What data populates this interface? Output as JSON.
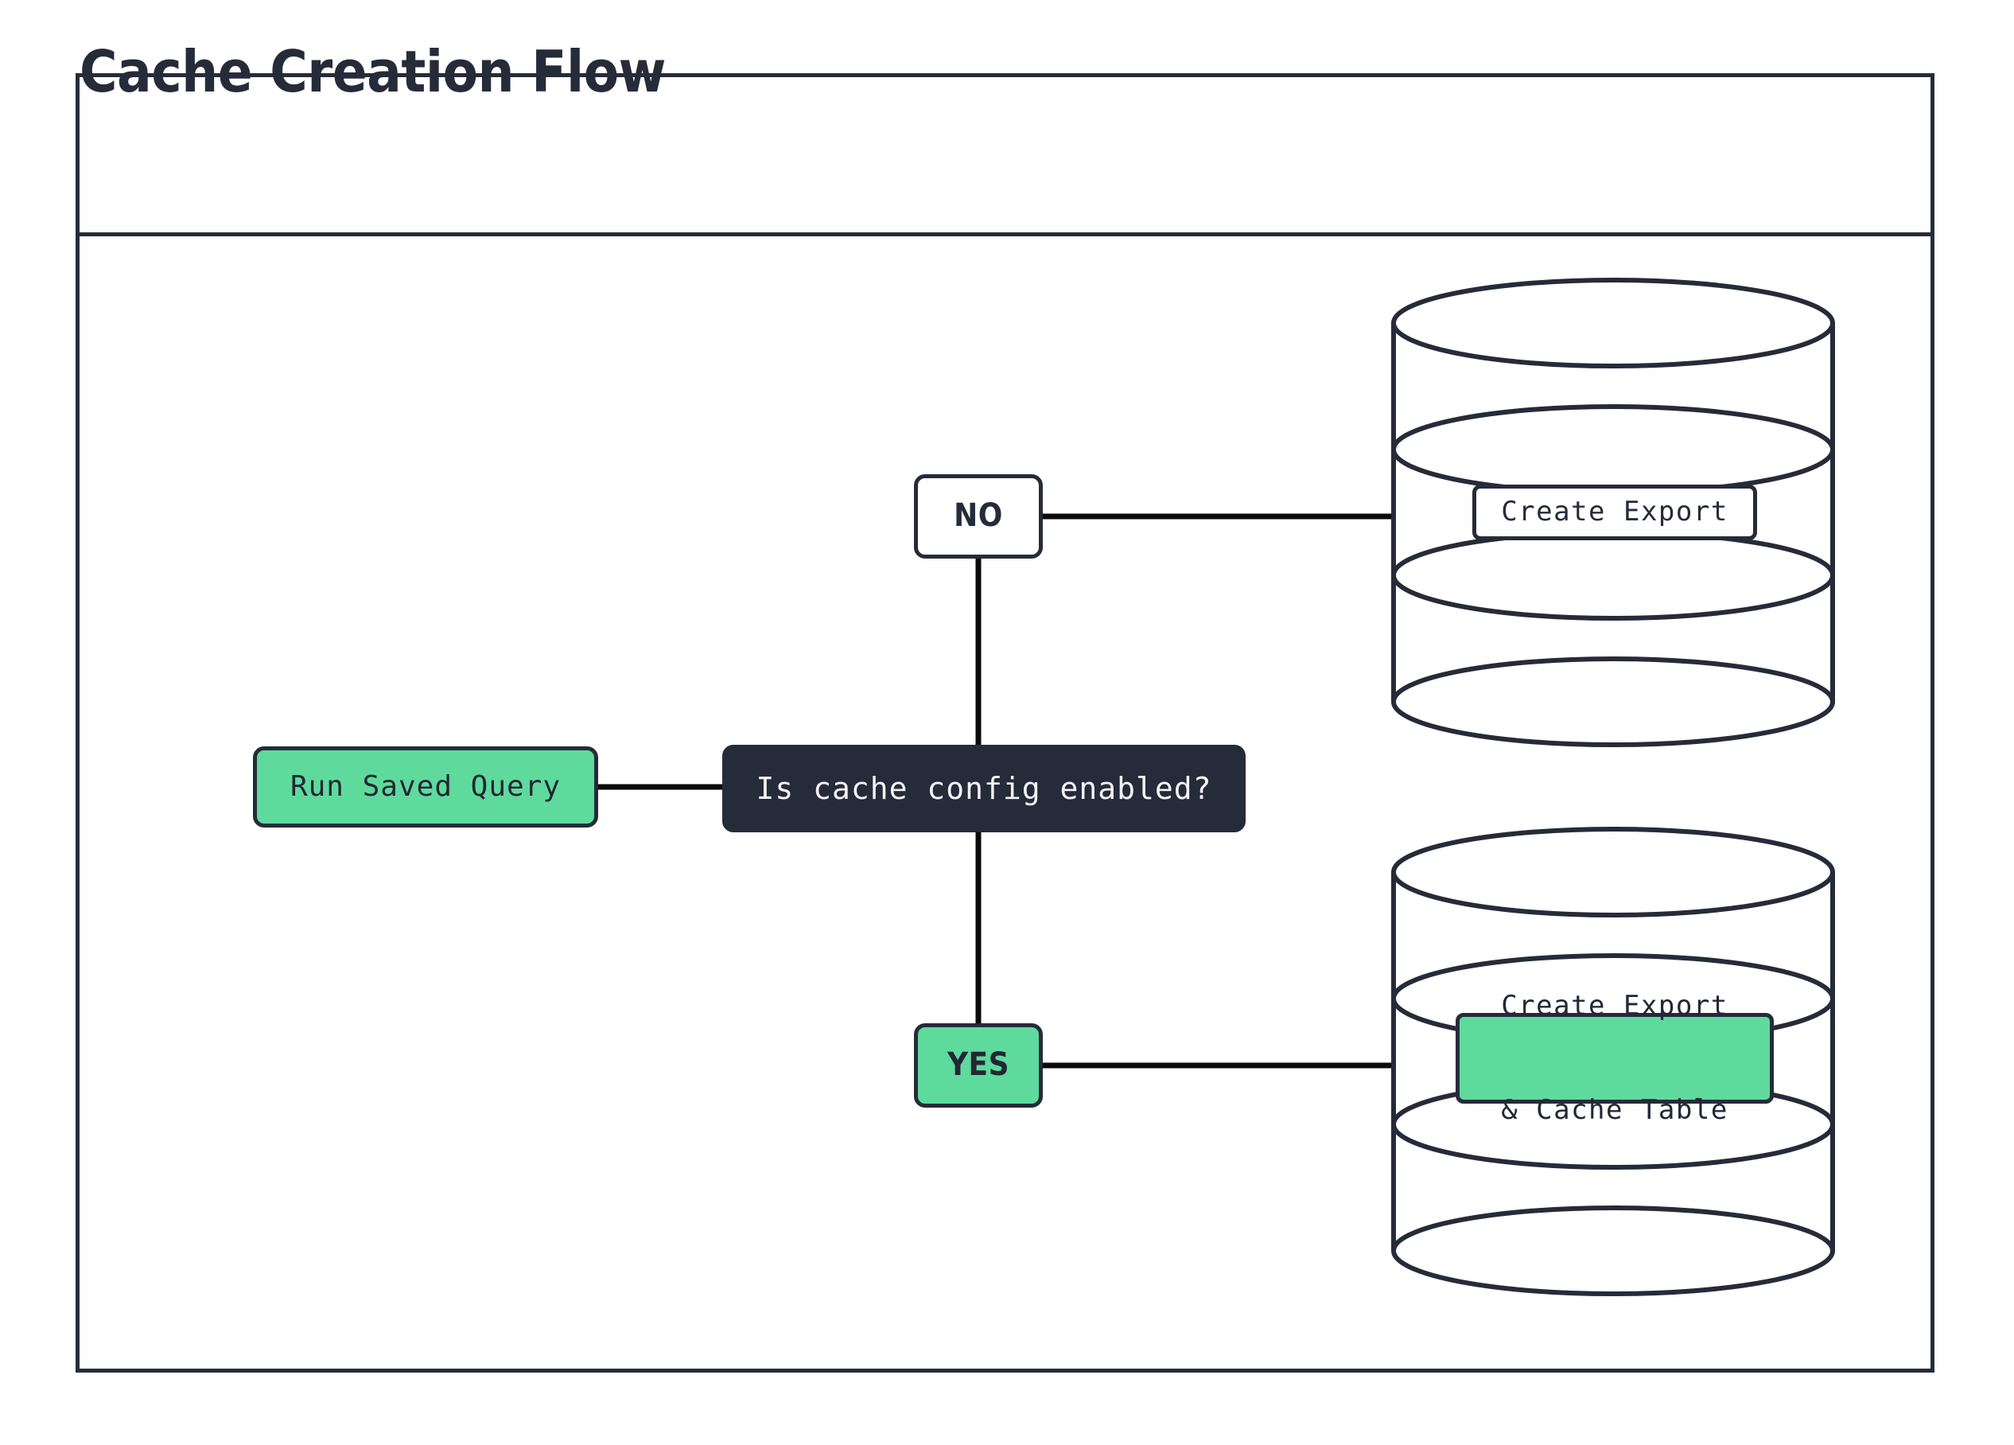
{
  "diagram": {
    "title": "Cache Creation Flow",
    "type": "flowchart",
    "colors": {
      "ink": "#262b3a",
      "accent_green": "#5FDA9D",
      "node_dark_bg": "#262b3a",
      "node_dark_text": "#f2f3f6",
      "canvas": "#ffffff",
      "edge": "#000000"
    },
    "nodes": [
      {
        "id": "run-saved-query",
        "label": "Run Saved Query",
        "shape": "rounded-rect",
        "fill": "green"
      },
      {
        "id": "decision",
        "label": "Is cache config enabled?",
        "shape": "rounded-rect",
        "fill": "dark"
      },
      {
        "id": "branch-no",
        "label": "NO",
        "shape": "rounded-rect",
        "fill": "white"
      },
      {
        "id": "branch-yes",
        "label": "YES",
        "shape": "rounded-rect",
        "fill": "green"
      },
      {
        "id": "database-top",
        "label": "Create Export",
        "shape": "database-cylinder",
        "fill": "white"
      },
      {
        "id": "database-bottom",
        "label_line1": "Create Export",
        "label_line2": "& Cache Table",
        "shape": "database-cylinder",
        "fill": "green"
      }
    ],
    "edges": [
      {
        "from": "run-saved-query",
        "to": "decision"
      },
      {
        "from": "decision",
        "to": "branch-no"
      },
      {
        "from": "decision",
        "to": "branch-yes"
      },
      {
        "from": "branch-no",
        "to": "database-top"
      },
      {
        "from": "branch-yes",
        "to": "database-bottom"
      }
    ]
  }
}
